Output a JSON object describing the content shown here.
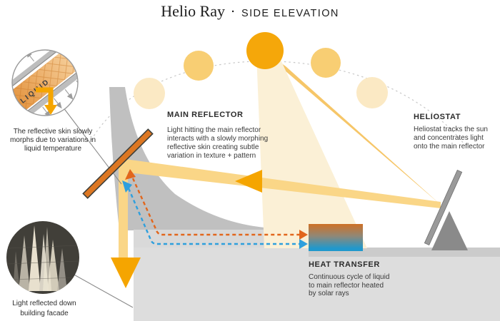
{
  "title": {
    "brand": "Helio Ray",
    "separator": "·",
    "view": "SIDE ELEVATION"
  },
  "inset": {
    "liquid_label": "LIQUID"
  },
  "callouts": {
    "skin": {
      "lines": [
        "The reflective skin slowly",
        "morphs due to variations in",
        "liquid temperature"
      ]
    },
    "facade": {
      "lines": [
        "Light reflected down",
        "building facade"
      ]
    }
  },
  "sections": {
    "main_reflector": {
      "heading": "MAIN REFLECTOR",
      "lines": [
        "Light hitting the main reflector",
        "interacts with a slowly morphing",
        "reflective skin creating subtle",
        "variation in texture + pattern"
      ]
    },
    "heliostat": {
      "heading": "HELIOSTAT",
      "lines": [
        "Heliostat tracks the sun",
        "and concentrates light",
        "onto the main reflector"
      ]
    },
    "heat_transfer": {
      "heading": "HEAT TRANSFER",
      "lines": [
        "Continuous cycle of liquid",
        "to main reflector heated",
        "by solar rays"
      ]
    }
  },
  "colors": {
    "sun_main": "#F5A70A",
    "sun_mid": "#F8CE73",
    "sun_pale": "#FBE9C4",
    "beam_strong": "#F6C360",
    "beam_band": "#FAD687",
    "beam_pale": "#FBF0D6",
    "arrow_accent": "#F5A500",
    "mirror": "#DD7722",
    "structure_gray": "#C0C0C0",
    "hot_dash": "#E2661C",
    "cold_dash": "#2E9FDD",
    "box_hot": "#CE7026",
    "box_cold": "#2098CC"
  }
}
